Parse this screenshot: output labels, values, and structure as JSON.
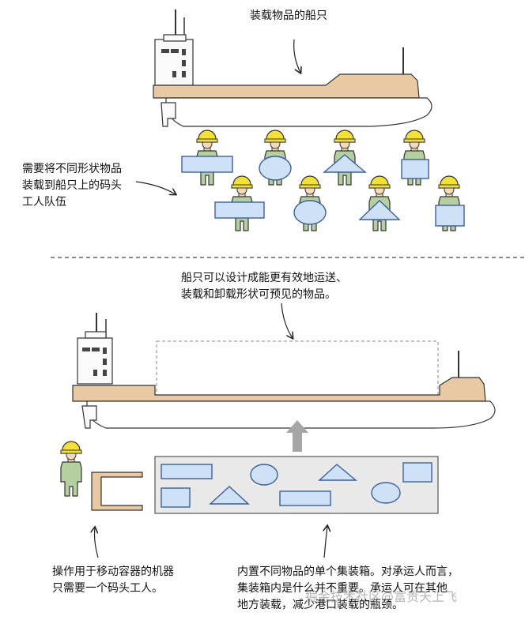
{
  "labels": {
    "loaded_ship": "装载物品的船只",
    "workers_line1": "需要将不同形状物品",
    "workers_line2": "装载到船只上的码头",
    "workers_line3": "工人队伍",
    "container_ship_line1": "船只可以设计成能更有效地运送、",
    "container_ship_line2": "装载和卸载形状可预见的物品。",
    "operator_line1": "操作用于移动容器的机器",
    "operator_line2": "只需要一个码头工人。",
    "container_line1": "内置不同物品的单个集装箱。对承运人而言，",
    "container_line2": "集装箱内是什么并不重要。承运人可在其他",
    "container_line3": "地方装载，减少港口装载的瓶颈。"
  },
  "watermark": "掘金技术社区@富贵天上飞",
  "colors": {
    "hull": "#e9c9a4",
    "deck": "#f2dcc0",
    "worker_body": "#b5cfa0",
    "helmet": "#f3e03a",
    "cargo_fill": "#cfe1f7",
    "cargo_stroke": "#3c5f9c",
    "container_fill": "#e9e9e9",
    "arrow_gray": "#a6a6a6"
  }
}
